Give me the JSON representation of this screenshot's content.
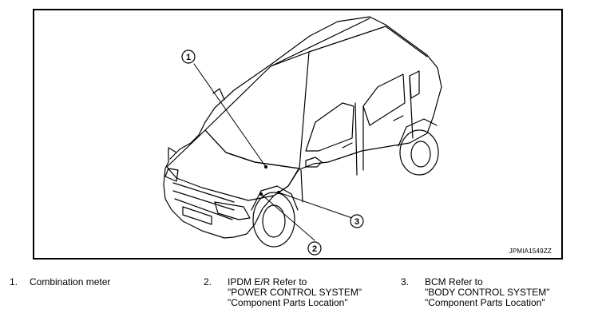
{
  "figure": {
    "code": "JPMIA1549ZZ",
    "callouts": [
      {
        "label": "1"
      },
      {
        "label": "2"
      },
      {
        "label": "3"
      }
    ]
  },
  "legend": [
    {
      "num": "1.",
      "lines": [
        "Combination meter"
      ]
    },
    {
      "num": "2.",
      "lines": [
        "IPDM E/R   Refer to",
        "\"POWER CONTROL SYSTEM\"",
        "\"Component Parts Location\""
      ]
    },
    {
      "num": "3.",
      "lines": [
        "BCM    Refer to",
        "\"BODY CONTROL SYSTEM\"",
        "\"Component Parts Location\""
      ]
    }
  ]
}
